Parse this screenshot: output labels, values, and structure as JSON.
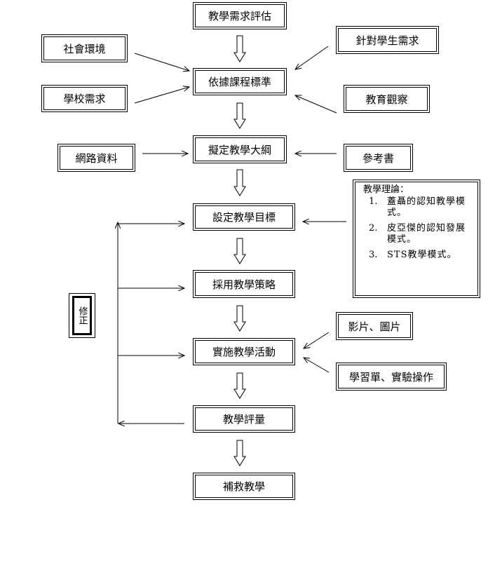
{
  "main_flow": [
    "教學需求評估",
    "依據課程標準",
    "擬定教學大綱",
    "設定教學目標",
    "採用教學策略",
    "實施教學活動",
    "教學評量",
    "補救教學"
  ],
  "inputs": {
    "social_environment": "社會環境",
    "school_needs": "學校需求",
    "student_needs": "針對學生需求",
    "educational_observation": "教育觀察",
    "web_resources": "網路資料",
    "reference_books": "參考書",
    "videos_pictures": "影片、圖片",
    "worksheets_experiments": "學習單、實驗操作"
  },
  "teaching_theory": {
    "title": "教學理論：",
    "items": [
      {
        "num": "1.",
        "text": "蓋聶的認知教學模式。"
      },
      {
        "num": "2.",
        "text": "皮亞傑的認知發展模式。"
      },
      {
        "num": "3.",
        "text": "STS教學模式。"
      }
    ]
  },
  "feedback_label": "修正"
}
